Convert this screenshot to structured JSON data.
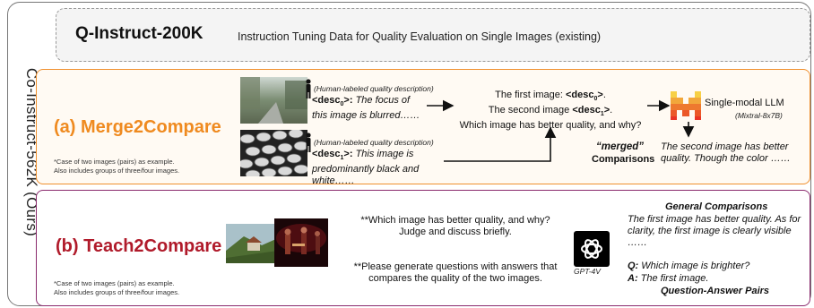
{
  "side_label": "Co-Instruct-562K (Ours)",
  "top": {
    "title": "Q-Instruct-200K",
    "subtitle": "Instruction Tuning Data for Quality Evaluation on Single Images  (existing)"
  },
  "merge": {
    "heading": "(a) Merge2Compare",
    "note_line1": "*Case of two images (pairs) as example.",
    "note_line2": "Also includes groups of three/four images.",
    "desc_note": "(Human-labeled quality description)",
    "desc0_tag": "<desc",
    "desc0_sub": "0",
    "desc0_close": ">:",
    "desc0_text": "The focus of this image is blurred……",
    "desc1_tag": "<desc",
    "desc1_sub": "1",
    "desc1_close": ">:",
    "desc1_text": "This image is predominantly black and white……",
    "prompt_line1": "The first image: ",
    "prompt_line2": "The second image ",
    "prompt_line3": "Which image has better quality, and why?",
    "llm_label": "Single-modal LLM",
    "llm_model": "(Mixtral-8x7B)",
    "merged_word": "“merged”",
    "comparisons_word": "Comparisons",
    "output_text": "The second image has better quality. Though the color ……"
  },
  "teach": {
    "heading": "(b) Teach2Compare",
    "note_line1": "*Case of two images (pairs) as example.",
    "note_line2": "Also includes groups of three/four images.",
    "q1": "**Which image has better quality, and why? Judge and discuss briefly.",
    "q2": "**Please generate questions with answers that compares the quality of the two images.",
    "gpt_label": "GPT-4V",
    "gen_title": "General Comparisons",
    "gen_text": "The first image has better quality. As for clarity, the first image is clearly visible ……",
    "qa_q_label": "Q:",
    "qa_q": "Which image is brighter?",
    "qa_a_label": "A:",
    "qa_a": "The first image.",
    "qa_title": "Question-Answer Pairs"
  },
  "colors": {
    "merge_accent": "#ef8a1f",
    "teach_accent": "#b01a2a"
  }
}
